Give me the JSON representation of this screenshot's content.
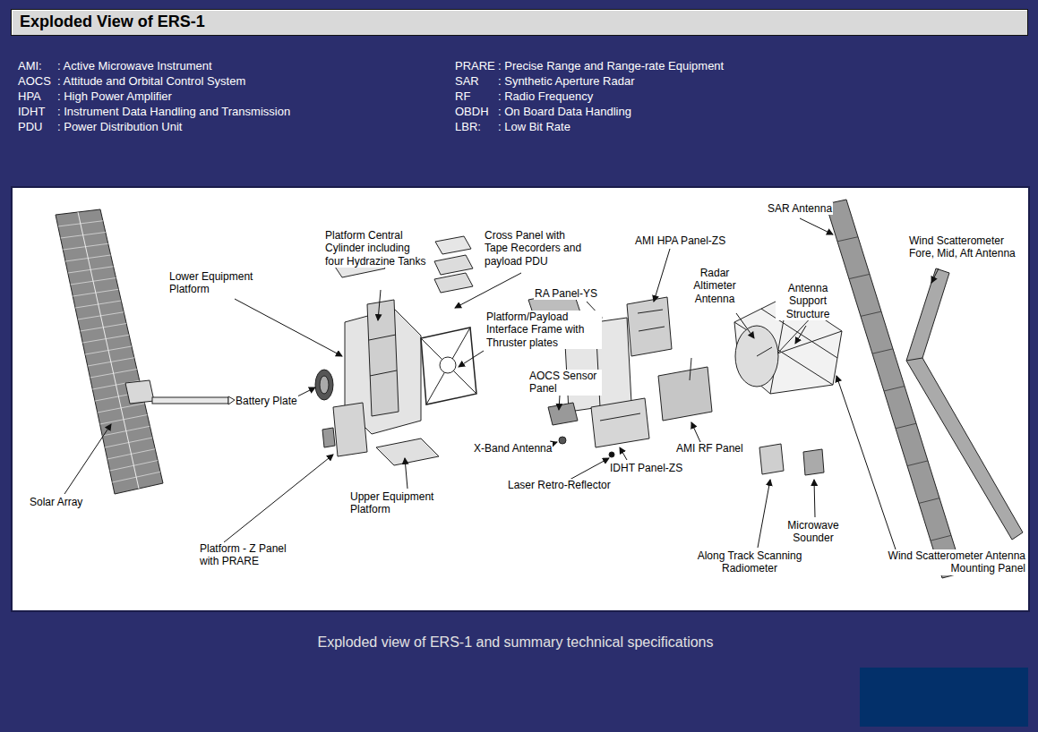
{
  "diagram": {
    "title": "Exploded View of ERS-1",
    "caption": "Exploded view of ERS-1 and summary technical specifications",
    "labels": [
      "AMI:",
      ": Active Microwave Instrument",
      "AOCS",
      ": Attitude and Orbital Control System",
      "HPA",
      ": High Power Amplifier",
      "IDHT",
      ": Instrument Data Handling and Transmission",
      "PDU",
      ": Power Distribution Unit",
      "PRARE",
      ": Precise Range and Range-rate Equipment",
      "SAR",
      ": Synthetic Aperture Radar",
      "RF",
      ": Radio Frequency",
      "OBDH",
      ": On Board Data Handling",
      "LBR:",
      ": Low Bit Rate",
      "Solar Array",
      "Battery Plate",
      "Lower Equipment Platform",
      "Platform Central Cylinder including four Hydrazine Tanks",
      "Cross Panel with Tape Recorders and payload PDU",
      "Platform/Payload Interface Frame with Thruster plates",
      "Upper Equipment Platform",
      "Platform - Z Panel with PRARE",
      "RA Panel-YS",
      "AMI HPA Panel-ZS",
      "Radar Altimeter Antenna",
      "Antenna Support Structure",
      "SAR Antenna",
      "Wind Scatterometer Fore, Mid, Aft Antenna",
      "AOCS Sensor Panel",
      "X-Band Antenna",
      "AMI RF Panel",
      "IDHT Panel-ZS",
      "Laser Retro-Reflector",
      "Along Track Scanning Radiometer",
      "Microwave Sounder",
      "Wind Scatterometer Antenna Mounting Panel"
    ]
  }
}
